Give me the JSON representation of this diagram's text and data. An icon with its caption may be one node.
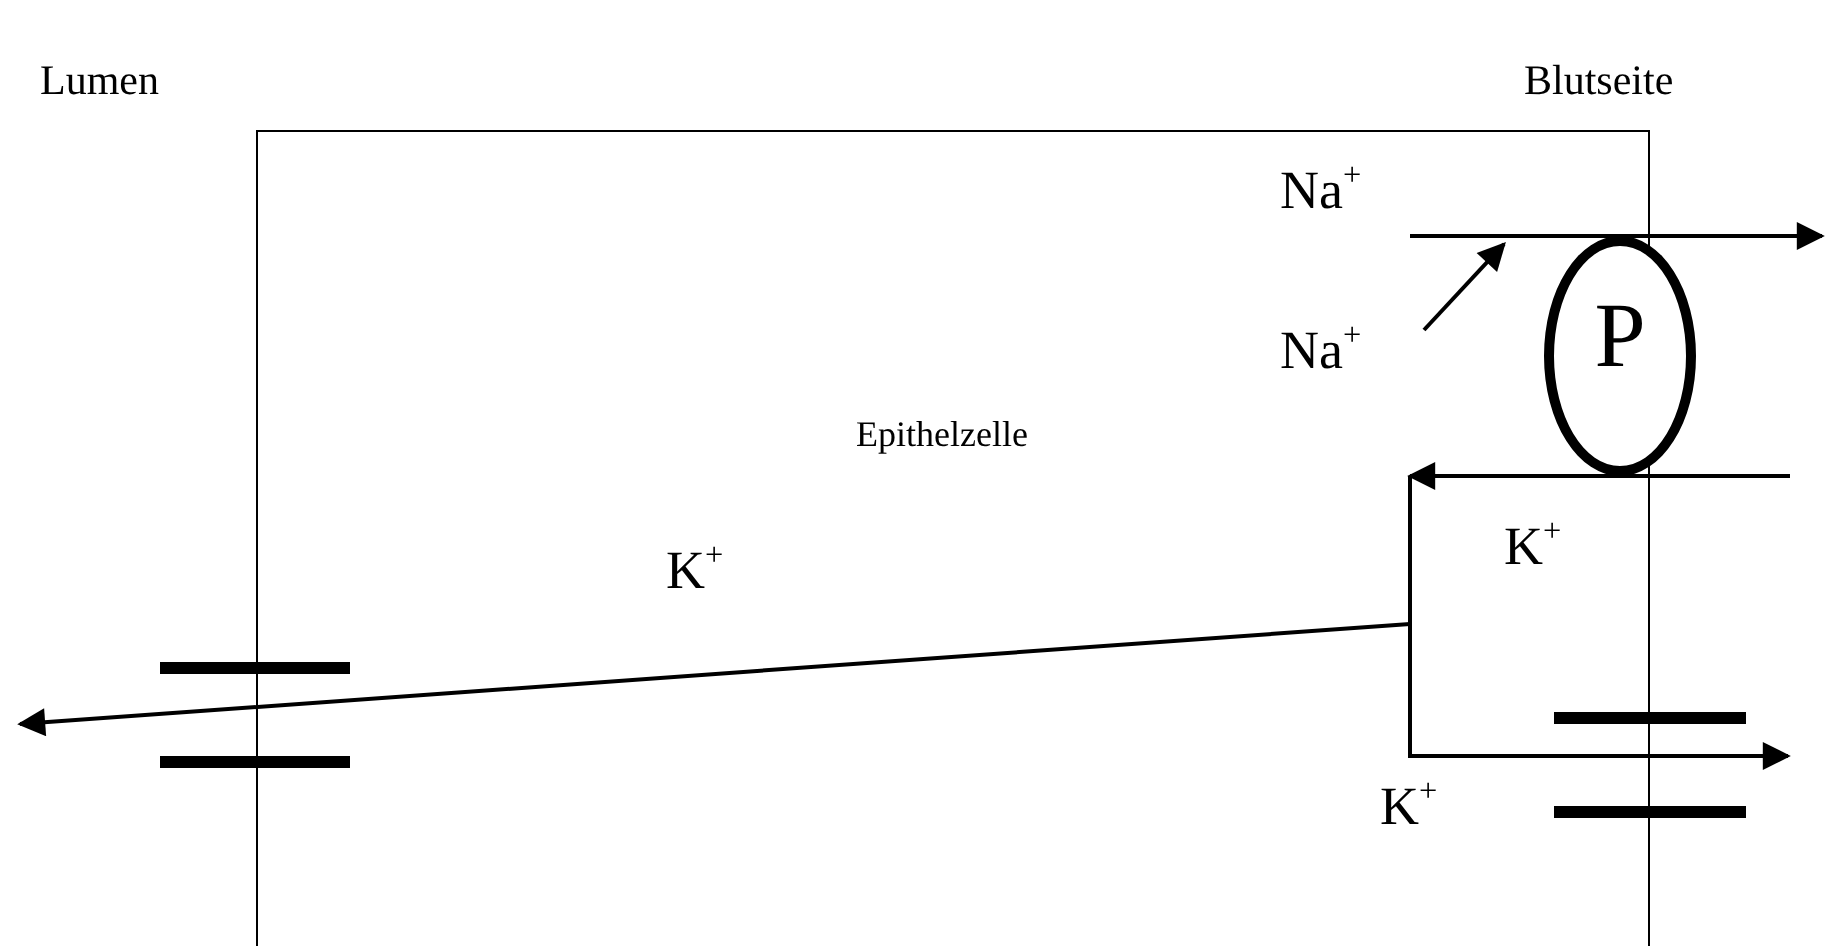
{
  "diagram": {
    "nodes": [
      {
        "text": [
          "Epithelzelle"
        ]
      },
      {
        "text": [
          "P"
        ]
      },
      {
        "text": [],
        "shape": "bar"
      },
      {
        "text": [],
        "shape": "bar"
      }
    ],
    "edges": [
      {
        "from": 0,
        "to": null,
        "arrow": "to"
      },
      {
        "from": 0,
        "to": 1,
        "arrow": "to"
      },
      {
        "from": null,
        "to": 0,
        "arrow": "to"
      },
      {
        "from": 0,
        "to": 3,
        "arrow": "to"
      },
      {
        "from": 0,
        "to": null,
        "arrow": "to"
      }
    ],
    "labels": [
      "Lumen",
      "Blutseite",
      "Na$^{+}$",
      "Na$^{+}$",
      "K$^{+}$",
      "K$^{+}$",
      "K$^{+}$"
    ]
  }
}
